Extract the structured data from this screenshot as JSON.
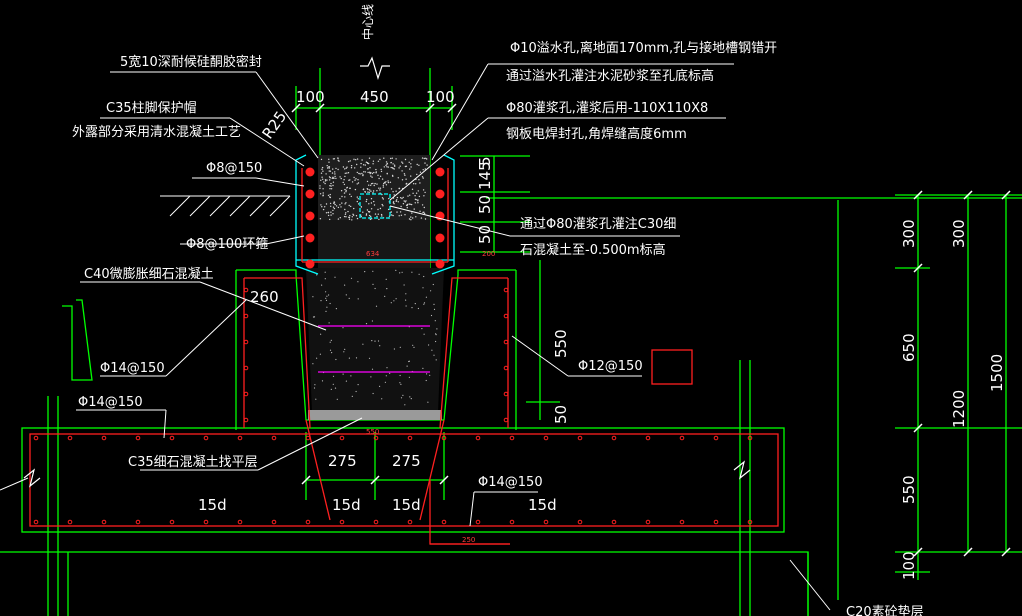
{
  "drawing": {
    "centerline_label": "中心线",
    "notes": {
      "sealant": "5宽10深耐候硅酮胶密封",
      "cap_title": "C35柱脚保护帽",
      "cap_note": "外露部分采用清水混凝土工艺",
      "drain_hole": "Φ10溢水孔,离地面170mm,孔与接地槽钢错开",
      "drain_hole_2": "通过溢水孔灌注水泥砂浆至孔底标高",
      "grout_hole": "Φ80灌浆孔,灌浆后用-110X110X8",
      "grout_hole_2": "钢板电焊封孔,角焊缝高度6mm",
      "grout_fill": "通过Φ80灌浆孔灌注C30细",
      "grout_fill_2": "石混凝土至-0.500m标高",
      "rebar_a": "Φ8@150",
      "rebar_ring": "Φ8@100环箍",
      "c40_note": "C40微膨胀细石混凝土",
      "rebar_b": "Φ14@150",
      "rebar_c": "Φ14@150",
      "rebar_d": "Φ12@150",
      "rebar_e": "Φ14@150",
      "leveling": "C35细石混凝土找平层",
      "cushion": "C20素砼垫层"
    },
    "dims": {
      "top_left": "100",
      "top_mid": "450",
      "top_right": "100",
      "r25": "R25",
      "v145": "145",
      "v5": "5",
      "v50a": "50",
      "v50b": "50",
      "w634": "634",
      "w260": "260",
      "v550": "550",
      "v50c": "50",
      "w550": "550",
      "w275a": "275",
      "w275b": "275",
      "d15a": "15d",
      "d15b": "15d",
      "d15c": "15d",
      "d15d": "15d",
      "w250": "250",
      "r300a": "300",
      "r300b": "300",
      "r650": "650",
      "r1200": "1200",
      "r1500": "1500",
      "r550": "550",
      "r100": "100",
      "red_small": "200"
    }
  },
  "colors": {
    "background": "#000000",
    "green": "#00ff00",
    "red": "#ff2020",
    "white": "#ffffff",
    "cyan": "#00ffff",
    "magenta": "#ff00ff",
    "gray_concrete": "#cfcfcf"
  }
}
